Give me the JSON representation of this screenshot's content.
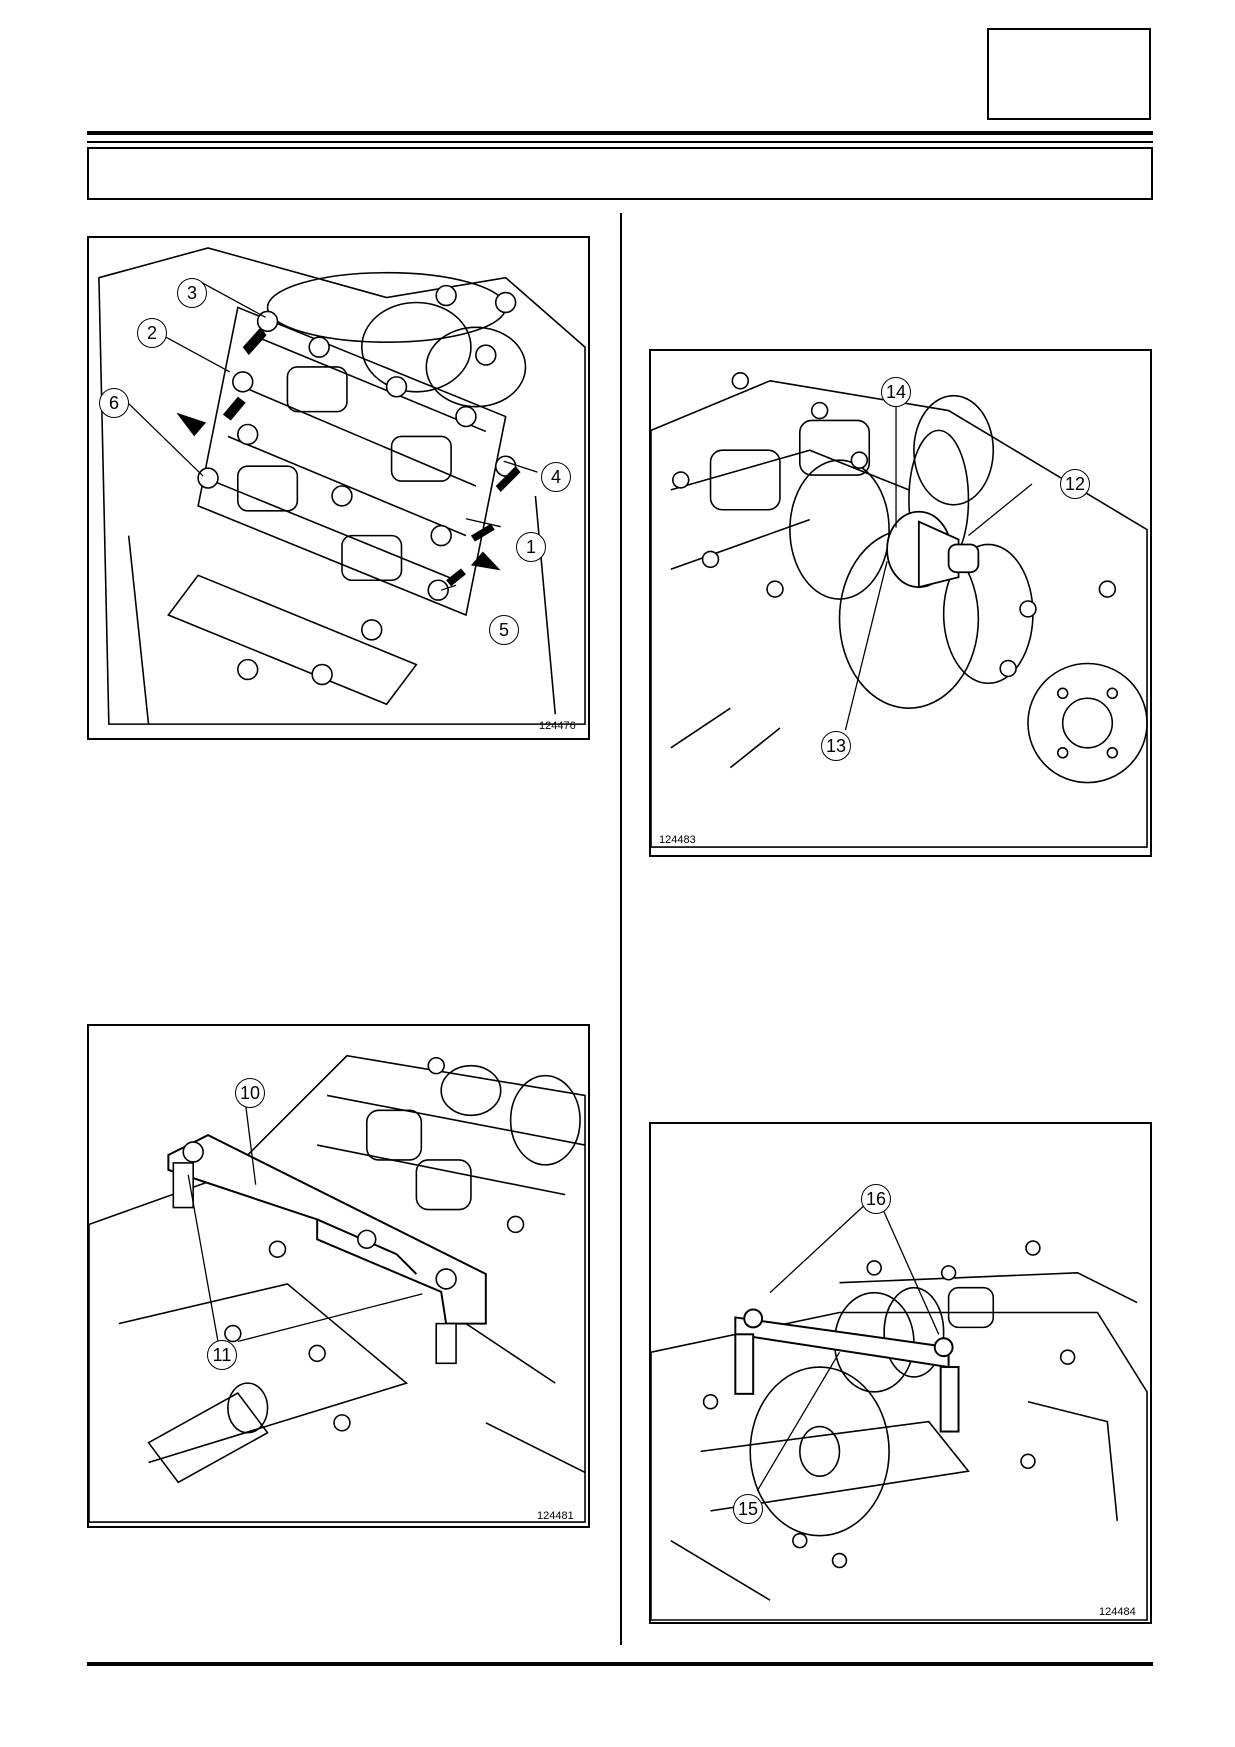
{
  "figures": [
    {
      "id": "fig-a",
      "ref": "124476",
      "callouts": [
        "3",
        "2",
        "6",
        "4",
        "1",
        "5"
      ]
    },
    {
      "id": "fig-b",
      "ref": "124481",
      "callouts": [
        "10",
        "11"
      ]
    },
    {
      "id": "fig-c",
      "ref": "124483",
      "callouts": [
        "14",
        "12",
        "13"
      ]
    },
    {
      "id": "fig-d",
      "ref": "124484",
      "callouts": [
        "16",
        "15"
      ]
    }
  ]
}
